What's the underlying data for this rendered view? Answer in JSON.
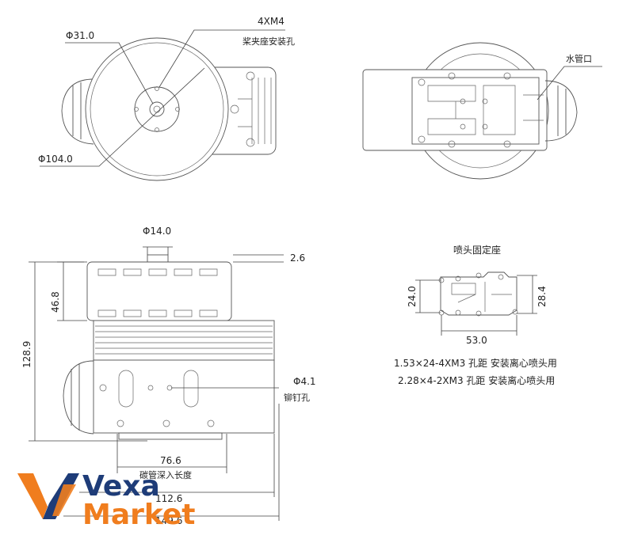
{
  "top_view": {
    "dia_small": "Φ31.0",
    "dia_large": "Φ104.0",
    "holes_spec": "4XM4",
    "holes_desc": "桨夹座安装孔"
  },
  "bottom_view": {
    "water_inlet": "水管口"
  },
  "side_view": {
    "dia_shaft": "Φ14.0",
    "h_top": "2.6",
    "h_motor": "46.8",
    "h_total": "128.9",
    "rivet_dia": "Φ4.1",
    "rivet_desc": "铆钉孔",
    "depth_value": "76.6",
    "depth_desc": "碳管深入长度",
    "width_mid": "112.6",
    "width_total": "149.6"
  },
  "nozzle_mount": {
    "title": "喷头固定座",
    "dim_w": "53.0",
    "dim_h_left": "24.0",
    "dim_h_right": "28.4",
    "spec_1": "1.53×24-4XM3 孔距 安装离心喷头用",
    "spec_2": "2.28×4-2XM3 孔距 安装离心喷头用"
  },
  "logo": {
    "line1": "Vexa",
    "line2": "Market",
    "colors": {
      "orange": "#f07d1e",
      "navy": "#1e3c78"
    }
  }
}
